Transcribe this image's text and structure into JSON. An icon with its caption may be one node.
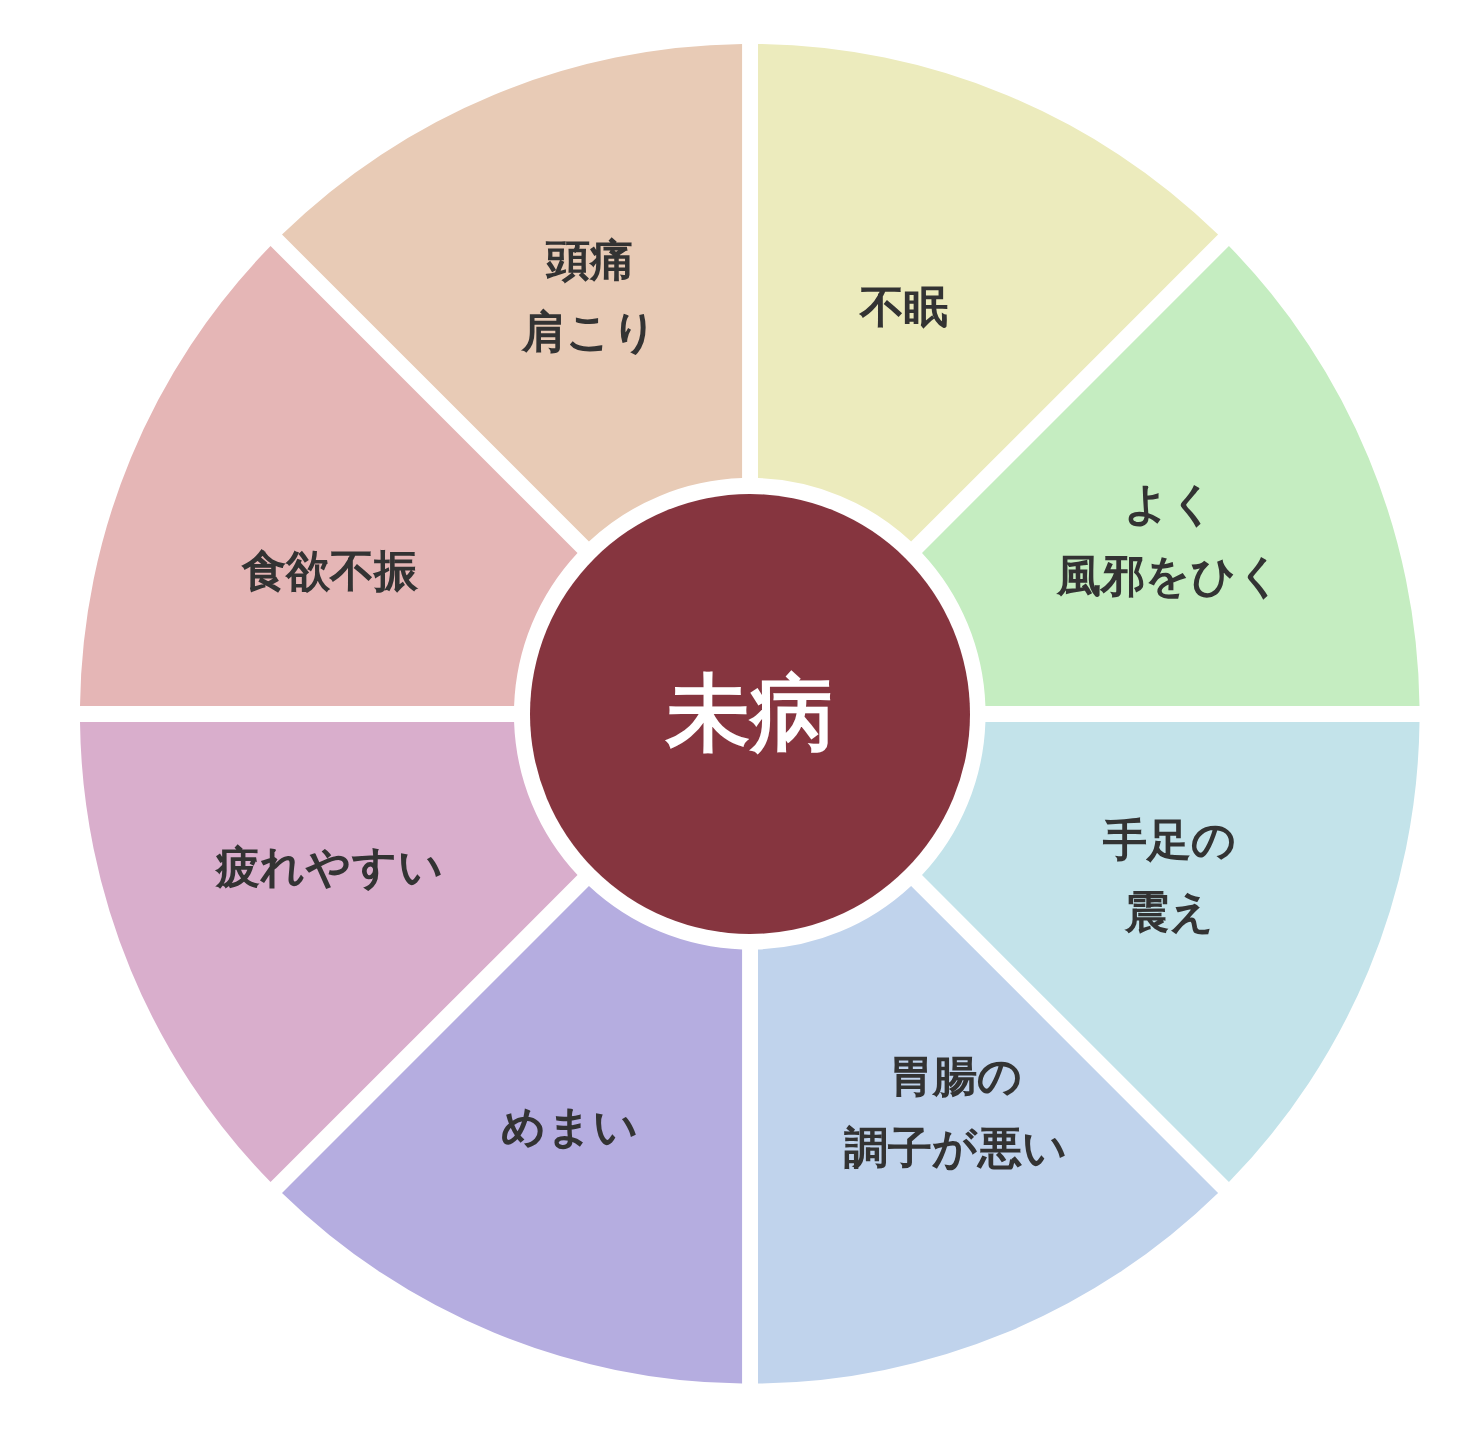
{
  "diagram": {
    "nodes": [
      {
        "text": [
          "未病"
        ]
      },
      {
        "text": [
          "頭痛肩こり"
        ]
      },
      {
        "text": [
          "不眠"
        ]
      },
      {
        "text": [
          "よく風邪をひく"
        ]
      },
      {
        "text": [
          "手足の震え"
        ]
      },
      {
        "text": [
          "胃腸の調子が悪い"
        ]
      },
      {
        "text": [
          "めまい"
        ]
      },
      {
        "text": [
          "疲れやすい"
        ]
      },
      {
        "text": [
          "食欲不振"
        ]
      }
    ]
  }
}
